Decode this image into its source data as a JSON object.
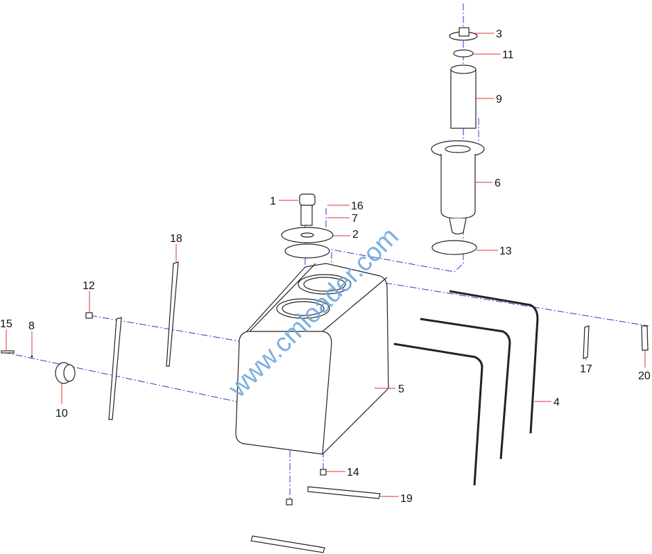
{
  "diagram": {
    "watermark": "www.cmloader.com",
    "callouts": {
      "p1": "1",
      "p2": "2",
      "p3": "3",
      "p4": "4",
      "p5": "5",
      "p6": "6",
      "p7": "7",
      "p8": "8",
      "p9": "9",
      "p10": "10",
      "p11": "11",
      "p12": "12",
      "p13": "13",
      "p14": "14",
      "p15": "15",
      "p16": "16",
      "p17": "17",
      "p18": "18",
      "p19": "19",
      "p20": "20"
    }
  }
}
